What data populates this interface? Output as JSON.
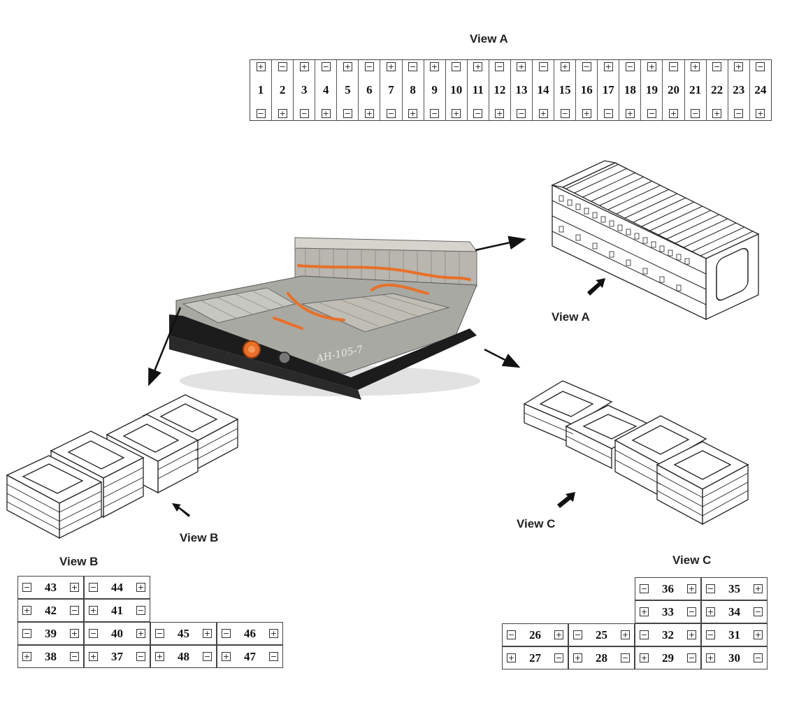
{
  "view_a": {
    "title": "View A",
    "label": "View A",
    "cells": [
      {
        "n": "1",
        "top": "+",
        "bottom": "−"
      },
      {
        "n": "2",
        "top": "−",
        "bottom": "+"
      },
      {
        "n": "3",
        "top": "+",
        "bottom": "−"
      },
      {
        "n": "4",
        "top": "−",
        "bottom": "+"
      },
      {
        "n": "5",
        "top": "+",
        "bottom": "−"
      },
      {
        "n": "6",
        "top": "−",
        "bottom": "+"
      },
      {
        "n": "7",
        "top": "+",
        "bottom": "−"
      },
      {
        "n": "8",
        "top": "−",
        "bottom": "+"
      },
      {
        "n": "9",
        "top": "+",
        "bottom": "−"
      },
      {
        "n": "10",
        "top": "−",
        "bottom": "+"
      },
      {
        "n": "11",
        "top": "+",
        "bottom": "−"
      },
      {
        "n": "12",
        "top": "−",
        "bottom": "+"
      },
      {
        "n": "13",
        "top": "+",
        "bottom": "−"
      },
      {
        "n": "14",
        "top": "−",
        "bottom": "+"
      },
      {
        "n": "15",
        "top": "+",
        "bottom": "−"
      },
      {
        "n": "16",
        "top": "−",
        "bottom": "+"
      },
      {
        "n": "17",
        "top": "+",
        "bottom": "−"
      },
      {
        "n": "18",
        "top": "−",
        "bottom": "+"
      },
      {
        "n": "19",
        "top": "+",
        "bottom": "−"
      },
      {
        "n": "20",
        "top": "−",
        "bottom": "+"
      },
      {
        "n": "21",
        "top": "+",
        "bottom": "−"
      },
      {
        "n": "22",
        "top": "−",
        "bottom": "+"
      },
      {
        "n": "23",
        "top": "+",
        "bottom": "−"
      },
      {
        "n": "24",
        "top": "−",
        "bottom": "+"
      }
    ]
  },
  "view_b": {
    "title": "View B",
    "label": "View B",
    "cells": [
      {
        "n": "43",
        "left": "−",
        "right": "+",
        "row": 0,
        "col": 0
      },
      {
        "n": "44",
        "left": "−",
        "right": "+",
        "row": 0,
        "col": 1
      },
      {
        "n": "42",
        "left": "+",
        "right": "−",
        "row": 1,
        "col": 0
      },
      {
        "n": "41",
        "left": "+",
        "right": "−",
        "row": 1,
        "col": 1
      },
      {
        "n": "39",
        "left": "−",
        "right": "+",
        "row": 2,
        "col": 0
      },
      {
        "n": "40",
        "left": "−",
        "right": "+",
        "row": 2,
        "col": 1
      },
      {
        "n": "45",
        "left": "−",
        "right": "+",
        "row": 2,
        "col": 2
      },
      {
        "n": "46",
        "left": "−",
        "right": "+",
        "row": 2,
        "col": 3
      },
      {
        "n": "38",
        "left": "+",
        "right": "−",
        "row": 3,
        "col": 0
      },
      {
        "n": "37",
        "left": "+",
        "right": "−",
        "row": 3,
        "col": 1
      },
      {
        "n": "48",
        "left": "+",
        "right": "−",
        "row": 3,
        "col": 2
      },
      {
        "n": "47",
        "left": "+",
        "right": "−",
        "row": 3,
        "col": 3
      }
    ]
  },
  "view_c": {
    "title": "View C",
    "label": "View C",
    "cells": [
      {
        "n": "36",
        "left": "−",
        "right": "+",
        "row": 0,
        "col": 2
      },
      {
        "n": "35",
        "left": "−",
        "right": "+",
        "row": 0,
        "col": 3
      },
      {
        "n": "33",
        "left": "+",
        "right": "−",
        "row": 1,
        "col": 2
      },
      {
        "n": "34",
        "left": "+",
        "right": "−",
        "row": 1,
        "col": 3
      },
      {
        "n": "26",
        "left": "−",
        "right": "+",
        "row": 2,
        "col": 0
      },
      {
        "n": "25",
        "left": "−",
        "right": "+",
        "row": 2,
        "col": 1
      },
      {
        "n": "32",
        "left": "−",
        "right": "+",
        "row": 2,
        "col": 2
      },
      {
        "n": "31",
        "left": "−",
        "right": "+",
        "row": 2,
        "col": 3
      },
      {
        "n": "27",
        "left": "+",
        "right": "−",
        "row": 3,
        "col": 0
      },
      {
        "n": "28",
        "left": "+",
        "right": "−",
        "row": 3,
        "col": 1
      },
      {
        "n": "29",
        "left": "+",
        "right": "−",
        "row": 3,
        "col": 2
      },
      {
        "n": "30",
        "left": "+",
        "right": "−",
        "row": 3,
        "col": 3
      }
    ]
  },
  "battery_photo": {
    "marking": "AH-105-7"
  },
  "colors": {
    "accent_orange": "#e8702a",
    "frame_dark": "#1c1c1c",
    "line": "#333333"
  },
  "icons": {
    "plus": "plus-terminal-icon",
    "minus": "minus-terminal-icon",
    "arrow": "view-direction-arrow-icon"
  }
}
